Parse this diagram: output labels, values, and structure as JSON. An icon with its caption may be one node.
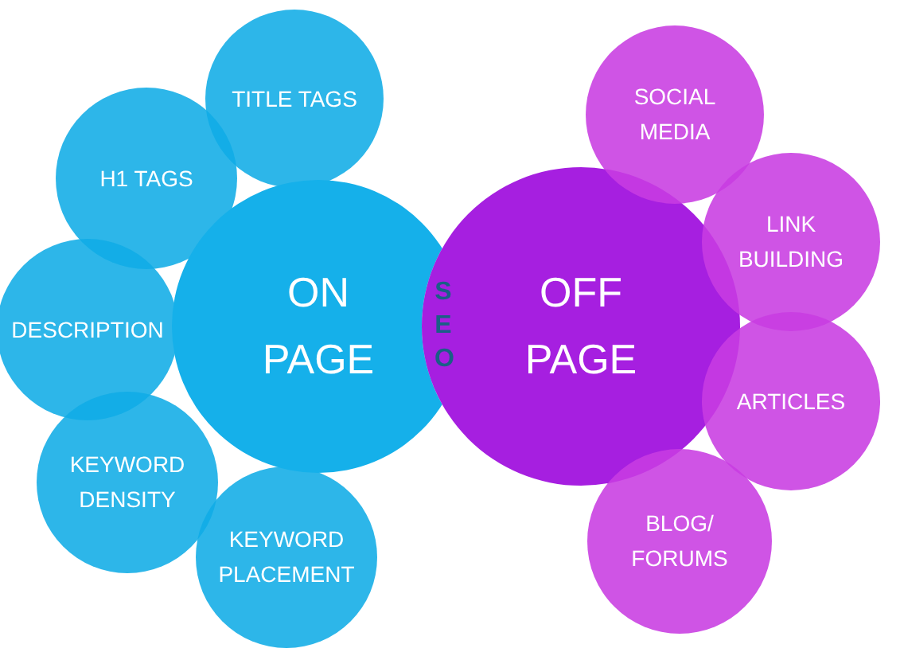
{
  "diagram": {
    "nodes": [
      {
        "text": [
          "TITLE TAGS"
        ]
      },
      {
        "text": [
          "H1 TAGS"
        ]
      },
      {
        "text": [
          "DESCRIPTION"
        ]
      },
      {
        "text": [
          "KEYWORD DENSITY"
        ]
      },
      {
        "text": [
          "KEYWORD PLACEMENT"
        ]
      },
      {
        "text": [
          "ON PAGE"
        ]
      },
      {
        "text": [
          "SEO"
        ]
      },
      {
        "text": [
          "OFF PAGE"
        ]
      },
      {
        "text": [
          "SOCIAL MEDIA"
        ]
      },
      {
        "text": [
          "LINK BUILDING"
        ]
      },
      {
        "text": [
          "ARTICLES"
        ]
      },
      {
        "text": [
          "BLOG/ FORUMS"
        ]
      }
    ]
  }
}
